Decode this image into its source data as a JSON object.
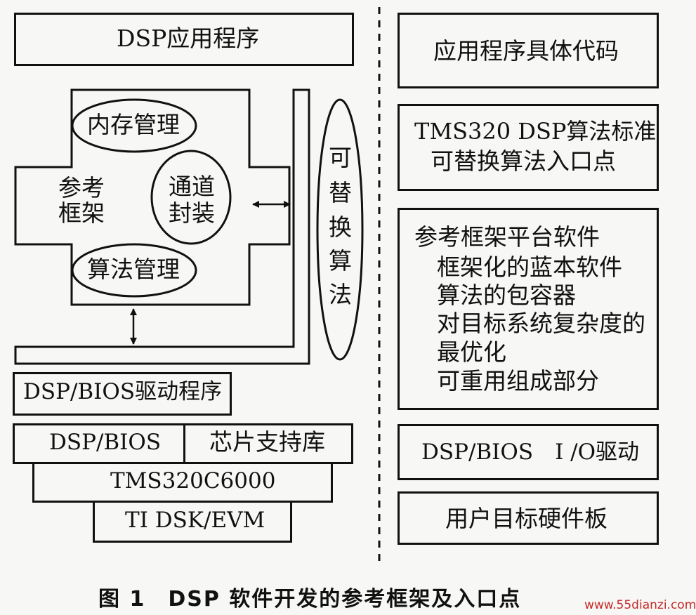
{
  "left": {
    "dsp_app": "DSP应用程序",
    "memory_mgmt": "内存管理",
    "ref_framework_line1": "参考",
    "ref_framework_line2": "框架",
    "channel_line1": "通道",
    "channel_line2": "封装",
    "algo_mgmt": "算法管理",
    "replaceable_algo_chars": [
      "可",
      "替",
      "换",
      "算",
      "法"
    ],
    "bios_driver": "DSP/BIOS驱动程序",
    "dsp_bios": "DSP/BIOS",
    "chip_support_lib": "芯片支持库",
    "tms320c6000": "TMS320C6000",
    "ti_dsk_evm": "TI DSK/EVM"
  },
  "right": {
    "app_code": "应用程序具体代码",
    "algo_std_line1": "TMS320 DSP算法标准",
    "algo_std_line2": "可替换算法入口点",
    "ref_platform_title": "参考框架平台软件",
    "ref_platform_bullets": [
      {
        "lines": [
          "框架化的蓝本软件"
        ]
      },
      {
        "lines": [
          "算法的包容器"
        ]
      },
      {
        "lines": [
          "对目标系统复杂度的",
          "最优化"
        ]
      },
      {
        "lines": [
          "可重用组成部分"
        ]
      }
    ],
    "io_driver": "DSP/BIOS　I /O驱动",
    "target_board": "用户目标硬件板"
  },
  "caption": "图 1　DSP 软件开发的参考框架及入口点",
  "watermark": "www.55dianzi.com"
}
